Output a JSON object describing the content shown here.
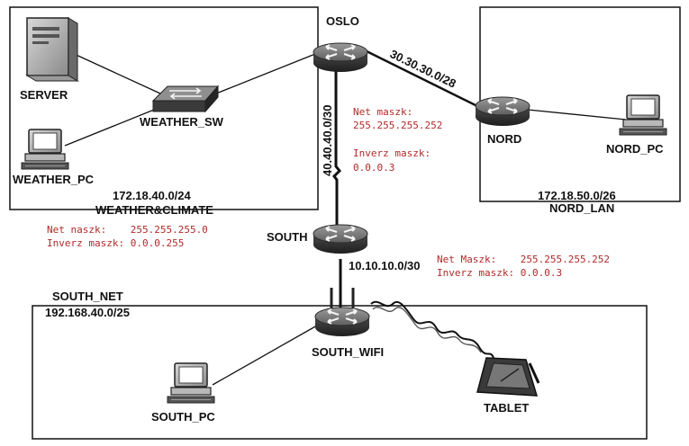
{
  "colors": {
    "annotation": "#b02a2a",
    "router_body": "#3a3a3a",
    "router_top": "#7a7a7a",
    "line": "#111111"
  },
  "devices": {
    "oslo": "OSLO",
    "nord": "NORD",
    "south": "SOUTH",
    "south_wifi": "SOUTH_WIFI",
    "server": "SERVER",
    "weather_sw": "WEATHER_SW",
    "weather_pc": "WEATHER_PC",
    "nord_pc": "NORD_PC",
    "south_pc": "SOUTH_PC",
    "tablet": "TABLET"
  },
  "networks": {
    "weather_addr": "172.18.40.0/24",
    "weather_name": "WEATHER&CLIMATE",
    "nord_addr": "172.18.50.0/26",
    "nord_name": "NORD_LAN",
    "south_name": "SOUTH_NET",
    "south_addr": "192.168.40.0/25"
  },
  "links": {
    "oslo_nord": "30.30.30.0/28",
    "oslo_south": "40.40.40.0/30",
    "south_wifi": "10.10.10.0/30"
  },
  "annotations": {
    "oslo_south_mask": "Net maszk:",
    "oslo_south_mask_val": "255.255.255.252",
    "oslo_south_inv": "Inverz maszk:",
    "oslo_south_inv_val": "0.0.0.3",
    "weather_mask": "Net naszk:    255.255.255.0",
    "weather_inv": "Inverz maszk: 0.0.0.255",
    "south_mask": "Net Maszk:    255.255.255.252",
    "south_inv": "Inverz maszk: 0.0.0.3"
  }
}
